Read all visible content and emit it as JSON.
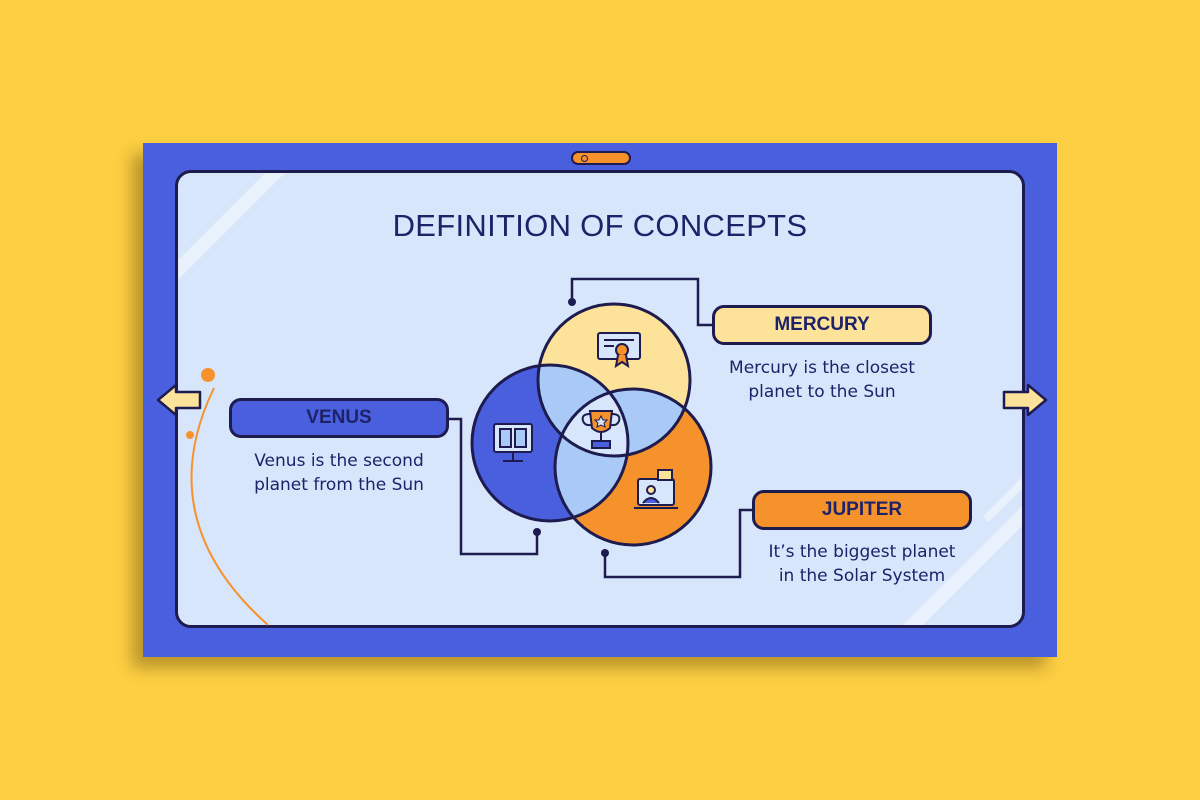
{
  "slide": {
    "title": "DEFINITION OF CONCEPTS"
  },
  "concepts": [
    {
      "label": "MERCURY",
      "description_line1": "Mercury is the closest",
      "description_line2": "planet to the Sun",
      "color": "#FDE39A"
    },
    {
      "label": "VENUS",
      "description_line1": "Venus is the second",
      "description_line2": "planet from the Sun",
      "color": "#4A5FDD"
    },
    {
      "label": "JUPITER",
      "description_line1": "It’s the biggest planet",
      "description_line2": "in the Solar System",
      "color": "#F6922B"
    }
  ],
  "diagram_icons": {
    "top_circle": "certificate-icon",
    "left_circle": "book-monitor-icon",
    "right_circle": "online-teacher-icon",
    "center": "trophy-icon"
  },
  "colors": {
    "background": "#FDCF42",
    "frame": "#4A5FDD",
    "screen": "#D8E6FB",
    "outline": "#1E1B4E",
    "overlap": "#A9C9F7",
    "accent_orange": "#F6922B"
  }
}
